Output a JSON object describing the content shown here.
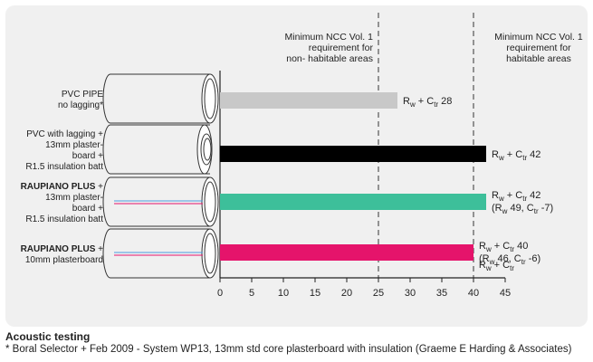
{
  "chart_data": {
    "type": "bar",
    "orientation": "horizontal",
    "xlim": [
      0,
      45
    ],
    "x_ticks": [
      0,
      5,
      10,
      15,
      20,
      25,
      30,
      35,
      40,
      45
    ],
    "xlabel": {
      "base": "R",
      "sub1": "w",
      "mid": " + C",
      "sub2": "tr"
    },
    "categories": [
      {
        "lines": [
          {
            "text": "PVC PIPE",
            "bold": false
          },
          {
            "text": "no lagging*",
            "bold": false
          }
        ]
      },
      {
        "lines": [
          {
            "text": "PVC with lagging +",
            "bold": false
          },
          {
            "text": "13mm plaster-",
            "bold": false
          },
          {
            "text": "board +",
            "bold": false
          },
          {
            "text": "R1.5 insulation batt",
            "bold": false
          }
        ]
      },
      {
        "lines": [
          {
            "text": "RAUPIANO PLUS",
            "bold": true,
            "suffix": " +"
          },
          {
            "text": "13mm plaster-",
            "bold": false
          },
          {
            "text": "board +",
            "bold": false
          },
          {
            "text": "R1.5 insulation batt",
            "bold": false
          }
        ]
      },
      {
        "lines": [
          {
            "text": "RAUPIANO PLUS",
            "bold": true,
            "suffix": " +"
          },
          {
            "text": "10mm plasterboard",
            "bold": false
          }
        ]
      }
    ],
    "values": [
      28,
      42,
      42,
      40
    ],
    "colors": [
      "#c8c8c8",
      "#000000",
      "#3dbf9a",
      "#e5146b"
    ],
    "annotations": [
      {
        "lines": [
          {
            "pre": "R",
            "s1": "w",
            "mid": " + C",
            "s2": "tr",
            "post": " 28"
          }
        ]
      },
      {
        "lines": [
          {
            "pre": "R",
            "s1": "w",
            "mid": " + C",
            "s2": "tr",
            "post": " 42"
          }
        ]
      },
      {
        "lines": [
          {
            "pre": "R",
            "s1": "w",
            "mid": " + C",
            "s2": "tr",
            "post": " 42"
          },
          {
            "pre": "(R",
            "s1": "w",
            "mid": " 49, C",
            "s2": "tr",
            "post": " -7)"
          }
        ]
      },
      {
        "lines": [
          {
            "pre": "R",
            "s1": "w",
            "mid": " + C",
            "s2": "tr",
            "post": " 40"
          },
          {
            "pre": "(R",
            "s1": "w",
            "mid": " 46, C",
            "s2": "tr",
            "post": " -6)"
          }
        ]
      }
    ],
    "reference_lines": [
      {
        "value": 25,
        "label": [
          "Minimum NCC Vol. 1",
          "requirement for",
          "non- habitable areas"
        ]
      },
      {
        "value": 40,
        "label": [
          "Minimum NCC Vol. 1",
          "requirement for",
          "habitable areas"
        ]
      }
    ]
  },
  "footer": {
    "title": "Acoustic testing",
    "note": "* Boral Selector + Feb 2009 - System WP13, 13mm std core plasterboard with insulation (Graeme E Harding & Associates)"
  }
}
